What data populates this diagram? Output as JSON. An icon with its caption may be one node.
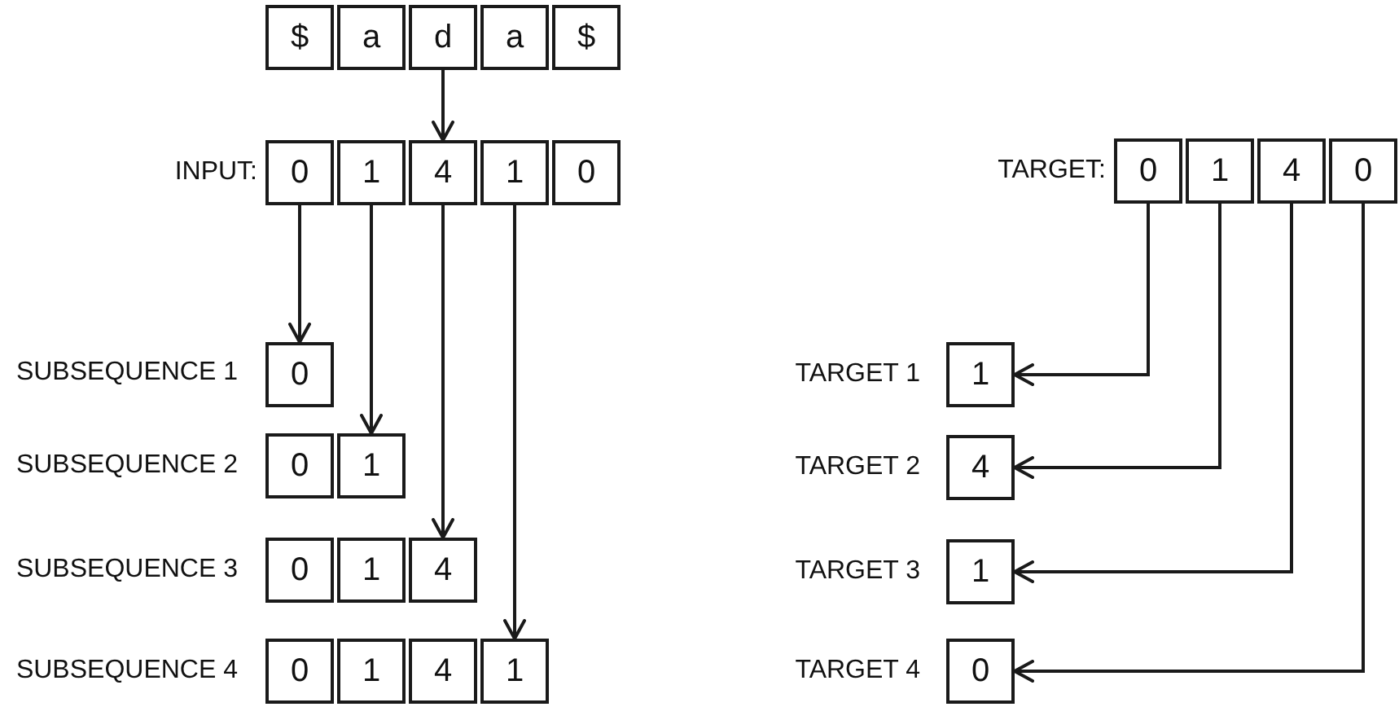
{
  "diagram": {
    "nodes": [
      {
        "text": [
          "$"
        ]
      },
      {
        "text": [
          "a"
        ]
      },
      {
        "text": [
          "d"
        ]
      },
      {
        "text": [
          "a"
        ]
      },
      {
        "text": [
          "$"
        ]
      },
      {
        "text": [
          "0"
        ]
      },
      {
        "text": [
          "1"
        ]
      },
      {
        "text": [
          "4"
        ]
      },
      {
        "text": [
          "1"
        ]
      },
      {
        "text": [
          "0"
        ]
      },
      {
        "text": [
          "0"
        ]
      },
      {
        "text": [
          "1"
        ]
      },
      {
        "text": [
          "4"
        ]
      },
      {
        "text": [
          "0"
        ]
      },
      {
        "text": [
          "0"
        ]
      },
      {
        "text": [
          "1"
        ]
      },
      {
        "text": [
          "0"
        ]
      },
      {
        "text": [
          "1"
        ]
      },
      {
        "text": [
          "4"
        ]
      },
      {
        "text": [
          "0"
        ]
      },
      {
        "text": [
          "1"
        ]
      },
      {
        "text": [
          "4"
        ]
      },
      {
        "text": [
          "1"
        ]
      },
      {
        "text": [
          "0"
        ]
      },
      {
        "text": [
          "1"
        ]
      },
      {
        "text": [
          "4"
        ]
      },
      {
        "text": [
          "1"
        ]
      },
      {
        "text": [
          "0"
        ]
      }
    ],
    "edges": [
      {
        "from": 2,
        "to": 7,
        "arrow": "to"
      },
      {
        "from": 5,
        "to": 14,
        "arrow": "to"
      },
      {
        "from": 6,
        "to": 17,
        "arrow": "to"
      },
      {
        "from": 7,
        "to": 21,
        "arrow": "to"
      },
      {
        "from": 8,
        "to": 26,
        "arrow": "to"
      },
      {
        "from": 10,
        "to": 15,
        "arrow": "to"
      },
      {
        "from": 11,
        "to": 18,
        "arrow": "to"
      },
      {
        "from": 12,
        "to": 22,
        "arrow": "to"
      },
      {
        "from": 13,
        "to": 27,
        "arrow": "to"
      }
    ],
    "labels": [
      "INPUT:",
      "TARGET:",
      "SUBSEQUENCE 1",
      "TARGET 1",
      "SUBSEQUENCE 2",
      "TARGET 2",
      "SUBSEQUENCE 3",
      "TARGET 3",
      "SUBSEQUENCE 4",
      "TARGET 4"
    ]
  }
}
